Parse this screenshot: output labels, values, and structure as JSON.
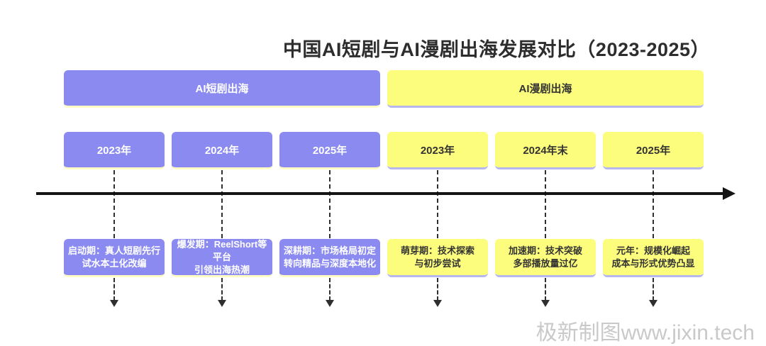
{
  "title": "中国AI短剧与AI漫剧出海发展对比（2023-2025）",
  "watermark": "极新制图www.jixin.tech",
  "colors": {
    "short_drama_purple": "#8a8af0",
    "comic_yellow": "#fdfd7d",
    "purple_box_bottom_edge": "#fdfdc4",
    "yellow_box_bottom_edge": "#b7b7ef",
    "timeline_black": "#141414",
    "dashed_line_dark": "#2f2f2f",
    "purple_box_text": "#ffffff",
    "yellow_box_text": "#333333",
    "watermark_gray": "#c9c9c9"
  },
  "groups": [
    {
      "label": "AI短剧出海"
    },
    {
      "label": "AI漫剧出海"
    }
  ],
  "columns": [
    {
      "group": "AI短剧出海",
      "year": "2023年",
      "phase_line1": "启动期：真人短剧先行",
      "phase_line2": "试水本土化改编"
    },
    {
      "group": "AI短剧出海",
      "year": "2024年",
      "phase_line1": "爆发期：ReelShort等平台",
      "phase_line2": "引领出海热潮"
    },
    {
      "group": "AI短剧出海",
      "year": "2025年",
      "phase_line1": "深耕期：市场格局初定",
      "phase_line2": "转向精品与深度本地化"
    },
    {
      "group": "AI漫剧出海",
      "year": "2023年",
      "phase_line1": "萌芽期：技术探索",
      "phase_line2": "与初步尝试"
    },
    {
      "group": "AI漫剧出海",
      "year": "2024年末",
      "phase_line1": "加速期：技术突破",
      "phase_line2": "多部播放量过亿"
    },
    {
      "group": "AI漫剧出海",
      "year": "2025年",
      "phase_line1": "元年：规模化崛起",
      "phase_line2": "成本与形式优势凸显"
    }
  ]
}
